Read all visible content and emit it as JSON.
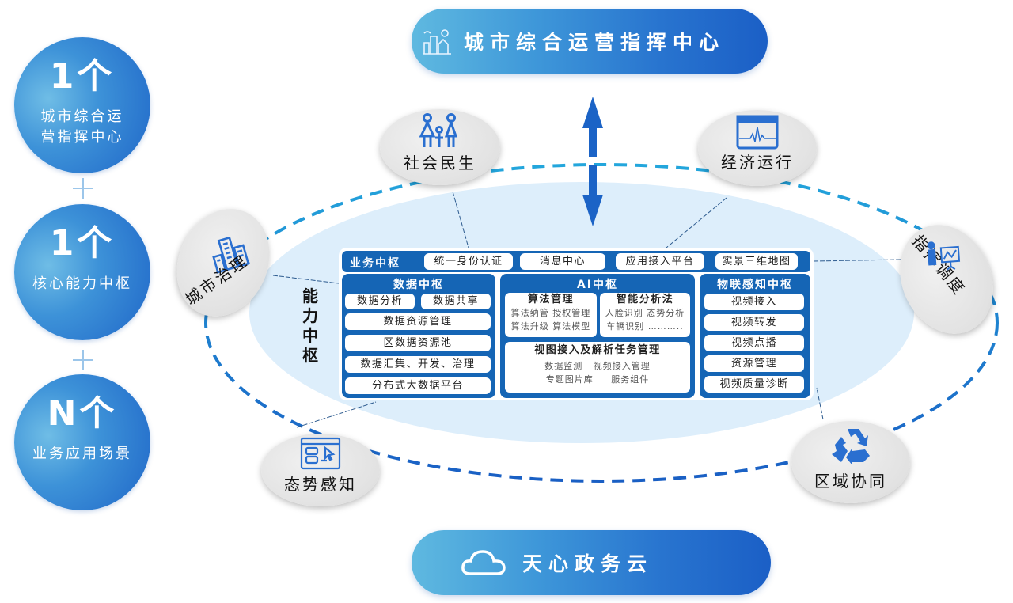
{
  "left_column": [
    {
      "count": "1个",
      "label_lines": [
        "城市综合运",
        "营指挥中心"
      ]
    },
    {
      "count": "1个",
      "label_lines": [
        "核心能力中枢"
      ]
    },
    {
      "count": "N个",
      "label_lines": [
        "业务应用场景"
      ]
    }
  ],
  "top_pill": {
    "title": "城市综合运营指挥中心",
    "icon": "city-building-icon"
  },
  "bottom_pill": {
    "title": "天心政务云",
    "icon": "cloud-icon"
  },
  "ring_nodes": [
    {
      "label": "社会民生",
      "icon": "family-icon"
    },
    {
      "label": "经济运行",
      "icon": "monitor-pulse-icon"
    },
    {
      "label": "城市治理",
      "icon": "buildings-icon"
    },
    {
      "label": "指挥调度",
      "icon": "presenter-icon"
    },
    {
      "label": "态势感知",
      "icon": "dashboard-cursor-icon"
    },
    {
      "label": "区域协同",
      "icon": "recycle-arrows-icon"
    }
  ],
  "core_label": "能力中枢",
  "business_hub": {
    "title": "业务中枢",
    "items": [
      "统一身份认证",
      "消息中心",
      "应用接入平台",
      "实景三维地图"
    ]
  },
  "data_hub": {
    "title": "数据中枢",
    "row1": [
      "数据分析",
      "数据共享"
    ],
    "items": [
      "数据资源管理",
      "区数据资源池",
      "数据汇集、开发、治理",
      "分布式大数据平台"
    ]
  },
  "ai_hub": {
    "title": "AI中枢",
    "algorithm": {
      "title": "算法管理",
      "lines": [
        "算法纳管 授权管理",
        "算法升级 算法模型"
      ]
    },
    "analysis": {
      "title": "智能分析法",
      "lines": [
        "人脸识别 态势分析",
        "车辆识别 ……….."
      ]
    },
    "view": {
      "title": "视图接入及解析任务管理",
      "lines": [
        "数据监测   视频接入管理",
        "专题图片库     服务组件"
      ]
    }
  },
  "iot_hub": {
    "title": "物联感知中枢",
    "items": [
      "视频接入",
      "视频转发",
      "视频点播",
      "资源管理",
      "视频质量诊断"
    ]
  },
  "colors": {
    "primary": "#1565b5",
    "accent_dash": "#1f9fd8",
    "ellipse_fill": "#ddeefb"
  }
}
